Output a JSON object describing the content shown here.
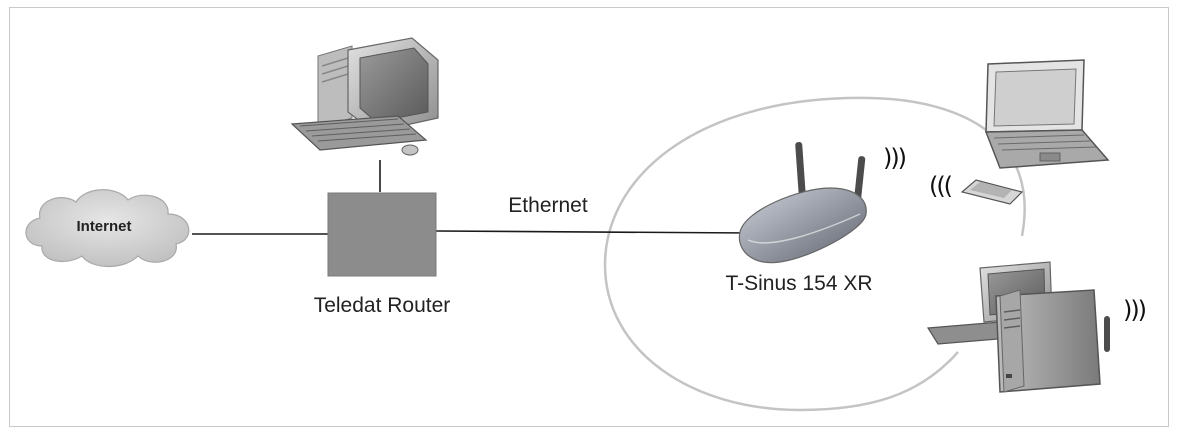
{
  "labels": {
    "internet": "Internet",
    "ethernet": "Ethernet",
    "router": "Teledat Router",
    "access_point": "T-Sinus 154 XR"
  },
  "signals": {
    "ap_waves": ")))",
    "laptop_waves": "(((",
    "pc_waves": ")))"
  },
  "colors": {
    "border": "#c9c9c9",
    "router_box": "#8c8c8c",
    "cloud": "#d4d4d4",
    "line": "#1a1a1a",
    "ellipse": "#c4c4c4"
  },
  "icons": {
    "cloud": "cloud-icon",
    "router": "router-box-icon",
    "desktop": "desktop-computer-icon",
    "access_point": "wireless-access-point-icon",
    "laptop": "laptop-icon",
    "wlan_card": "wlan-card-icon",
    "tower_pc": "tower-pc-icon"
  }
}
